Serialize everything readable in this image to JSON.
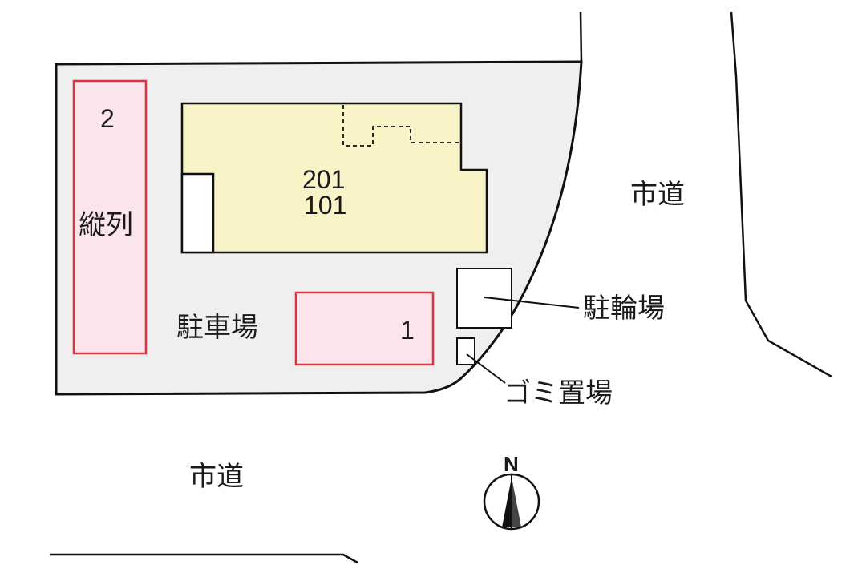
{
  "site": {
    "parking_label": "駐車場",
    "street_east": "市道",
    "street_south": "市道"
  },
  "building": {
    "unit_upper": "201",
    "unit_lower": "101"
  },
  "parking_spaces": [
    {
      "number": "2",
      "note": "縦列",
      "color": "#fbe4ec",
      "border": "#d9333f"
    },
    {
      "number": "1",
      "note": "",
      "color": "#fbe4ec",
      "border": "#d9333f"
    }
  ],
  "facilities": {
    "bicycle_parking": "駐輪場",
    "garbage": "ゴミ置場"
  },
  "compass": {
    "north_label": "N"
  },
  "colors": {
    "site_fill": "#efefef",
    "building_fill": "#f8f4c8",
    "parking_fill": "#fbe4ec",
    "parking_border": "#d9333f",
    "line": "#111111"
  }
}
